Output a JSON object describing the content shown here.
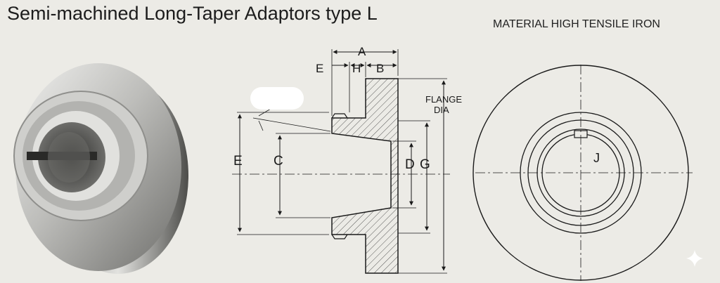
{
  "title": "Semi-machined Long-Taper Adaptors type L",
  "material_note": "MATERIAL HIGH TENSILE IRON",
  "dimension_labels": {
    "a": "A",
    "b": "B",
    "h": "H",
    "e_top": "E",
    "e_side": "E",
    "c": "C",
    "d": "D",
    "g": "G",
    "flange_line1": "FLANGE",
    "flange_line2": "DIA",
    "j": "J"
  },
  "icons": {
    "photo": "metal-adaptor-photo",
    "corner": "sparkle-icon"
  },
  "colors": {
    "background": "#ecebe6",
    "ink": "#1a1a1a",
    "metal_light": "#d8d8d6",
    "metal_dark": "#5a5a58"
  }
}
